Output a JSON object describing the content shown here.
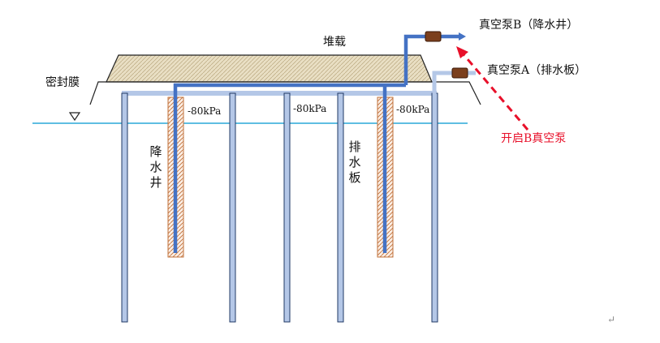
{
  "labels": {
    "surcharge": "堆载",
    "sealing_membrane": "密封膜",
    "pump_b": "真空泵B（降水井）",
    "pump_a": "真空泵A（排水板）",
    "open_pump_b": "开启B真空泵",
    "dewatering_well": "降水井",
    "drainage_board": "排水板",
    "pressure_1": "-80kPa",
    "pressure_2": "-80kPa",
    "pressure_3": "-80kPa",
    "return_mark": "↵"
  },
  "colors": {
    "pipe_blue": "#4472c4",
    "drain_light_blue": "#b4c7e7",
    "water_line": "#2aa8d8",
    "hatch_brown": "#c0703a",
    "pump_brown": "#7b3f1d",
    "arrow_red": "#e8102a",
    "surcharge_fill": "#e6dcc0"
  }
}
